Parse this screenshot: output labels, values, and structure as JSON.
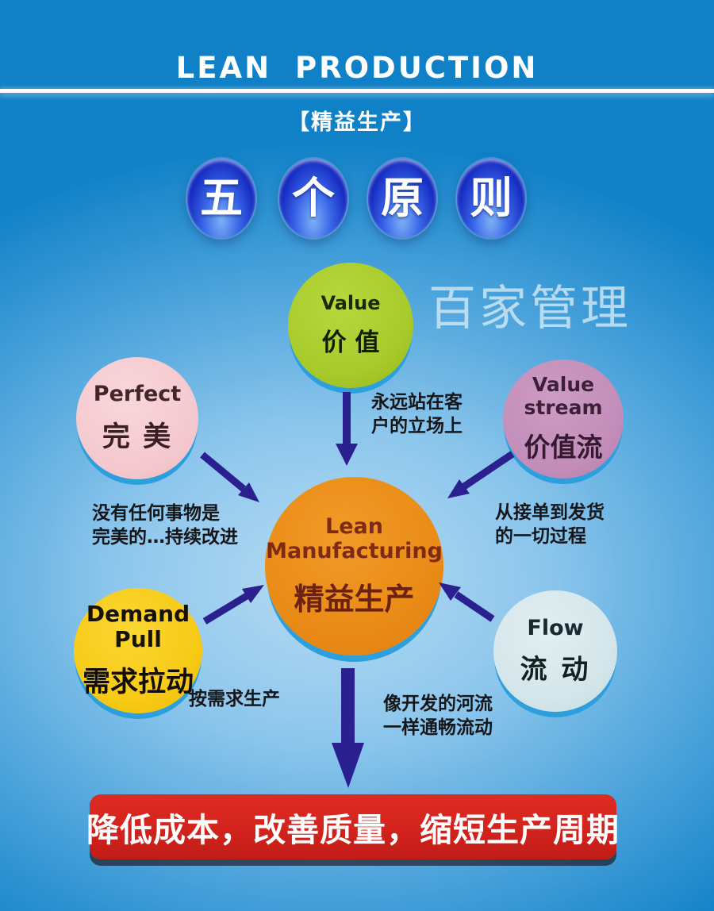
{
  "header": {
    "title": "LEAN PRODUCTION",
    "subtitle": "【精益生产】"
  },
  "badges": [
    "五",
    "个",
    "原",
    "则"
  ],
  "watermark": {
    "text": "百家管理"
  },
  "nodes": {
    "value": {
      "en": "Value",
      "zh": "价 值",
      "caption": "永远站在客\n户的立场上",
      "color": "#a8ca2a"
    },
    "perfect": {
      "en": "Perfect",
      "zh": "完 美",
      "caption": "没有任何事物是\n完美的…持续改进",
      "color": "#f4c9ce"
    },
    "value_stream": {
      "en": "Value stream",
      "zh": "价值流",
      "caption": "从接单到发货\n的一切过程",
      "color": "#c28db9"
    },
    "demand_pull": {
      "en": "Demand Pull",
      "zh": "需求拉动",
      "caption": "按需求生产",
      "color": "#f7ca16"
    },
    "flow": {
      "en": "Flow",
      "zh": "流 动",
      "caption": "像开发的河流\n一样通畅流动",
      "color": "#d4e6ea"
    }
  },
  "center": {
    "en": "Lean\nManufacturing",
    "zh": "精益生产",
    "color": "#ea8b16"
  },
  "banner": {
    "text": "降低成本，改善质量，缩短生产周期",
    "color": "#d2231d"
  },
  "theme": {
    "background_blue": "#1081c7",
    "background_light": "#b6dbf3",
    "badge_blue": "#1022bc",
    "arrow_navy": "#2a2090",
    "shadow_cyan": "#2d9fdc",
    "text_white": "#ffffff"
  }
}
